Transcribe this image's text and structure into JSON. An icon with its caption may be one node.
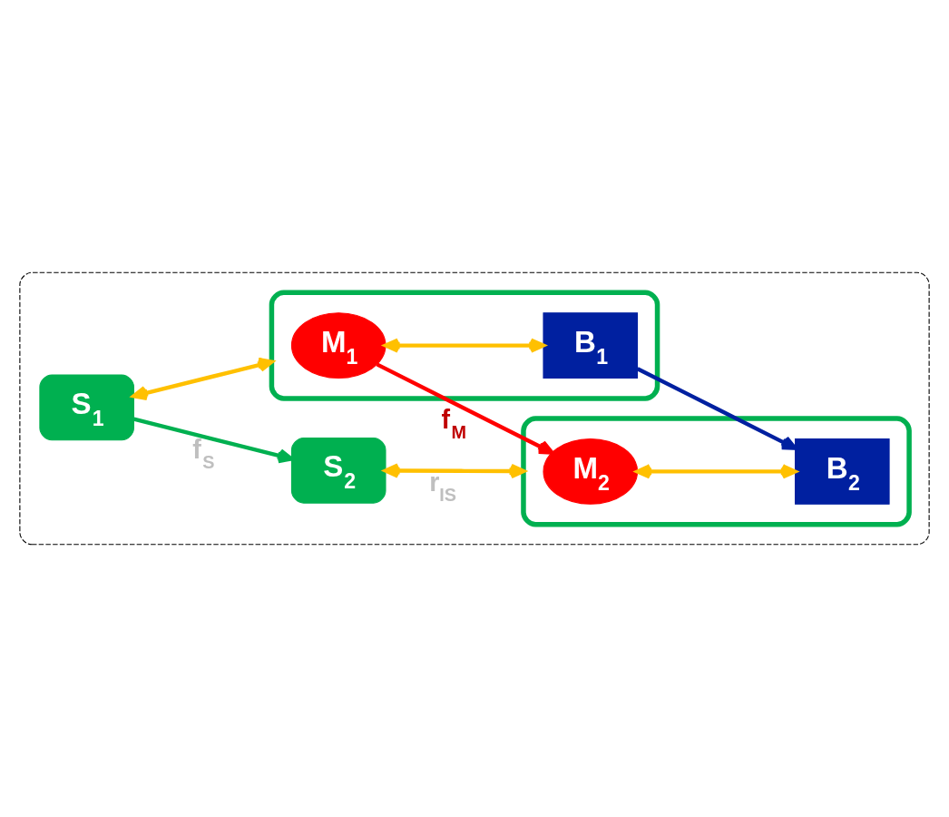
{
  "diagram": {
    "nodes": [
      {
        "text": [],
        "shape": "box"
      },
      {
        "text": [
          "S$_{1}$"
        ],
        "in": 0
      },
      {
        "text": [
          "S$_{2}$"
        ],
        "in": 0
      },
      {
        "text": [],
        "shape": "box",
        "in": 0
      },
      {
        "text": [
          "M$_{1}$"
        ],
        "in": 3
      },
      {
        "text": [
          "B$_{1}$"
        ],
        "in": 3
      },
      {
        "text": [],
        "shape": "box",
        "in": 0
      },
      {
        "text": [
          "M$_{2}$"
        ],
        "in": 6
      },
      {
        "text": [
          "B$_{2}$"
        ],
        "in": 6
      }
    ],
    "edges": [
      {
        "from": 1,
        "to": 2,
        "arrow": "to",
        "label": "f$_{S}$",
        "color": "#00b050"
      },
      {
        "from": 1,
        "to": 3,
        "arrow": "both"
      },
      {
        "from": 4,
        "to": 7,
        "arrow": "to",
        "label": "f$_{M}$",
        "color": "#ff0000"
      },
      {
        "from": 2,
        "to": 6,
        "arrow": "both",
        "label": "r$_{IS}$"
      },
      {
        "from": 4,
        "to": 5,
        "arrow": "both"
      },
      {
        "from": 7,
        "to": 8,
        "arrow": "both"
      },
      {
        "from": 5,
        "to": 8,
        "arrow": "to",
        "color": "#0020a0"
      }
    ]
  }
}
